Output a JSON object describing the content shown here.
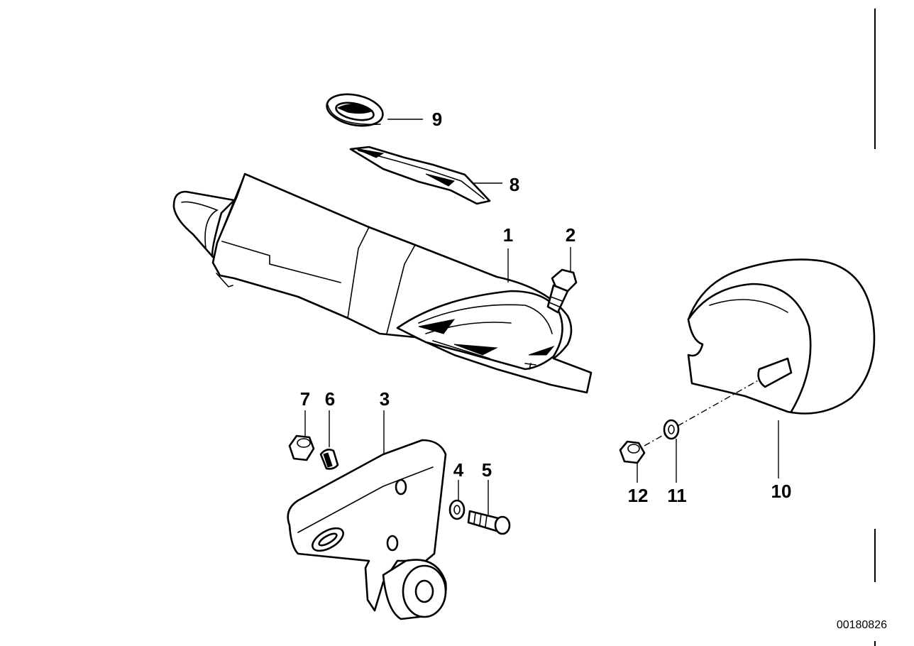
{
  "diagram": {
    "callouts": [
      "1",
      "2",
      "3",
      "4",
      "5",
      "6",
      "7",
      "8",
      "9",
      "10",
      "11",
      "12"
    ],
    "code": "00180826"
  },
  "colors": {
    "line": "#000000",
    "background": "#ffffff"
  }
}
